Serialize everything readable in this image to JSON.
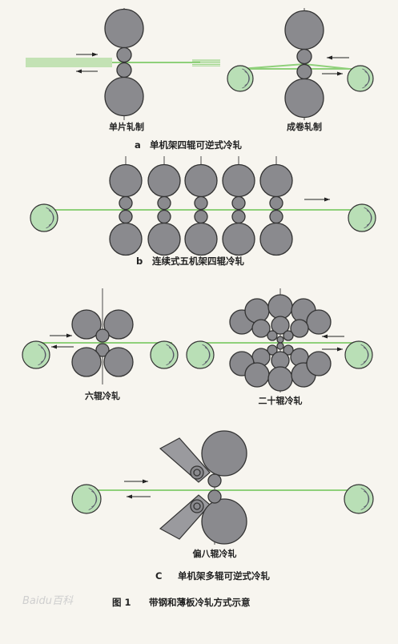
{
  "labels": {
    "single_sheet": "单片轧制",
    "coil": "成卷轧制",
    "caption_a_letter": "a",
    "caption_a": "单机架四辊可逆式冷轧",
    "caption_b_letter": "b",
    "caption_b": "连续式五机架四辊冷轧",
    "six_high": "六辊冷轧",
    "twenty_high": "二十辊冷轧",
    "offset_eight_high": "偏八辊冷轧",
    "caption_c_letter": "C",
    "caption_c": "单机架多辊可逆式冷轧",
    "figure_num": "图 1",
    "figure_title": "带钢和薄板冷轧方式示意"
  },
  "watermark": "Baidu百科",
  "colors": {
    "roll_fill": "#8a8a8e",
    "roll_stroke": "#333333",
    "coil_fill": "#b9dfb6",
    "strip": "#8fd07a",
    "background": "#f7f5ef"
  }
}
